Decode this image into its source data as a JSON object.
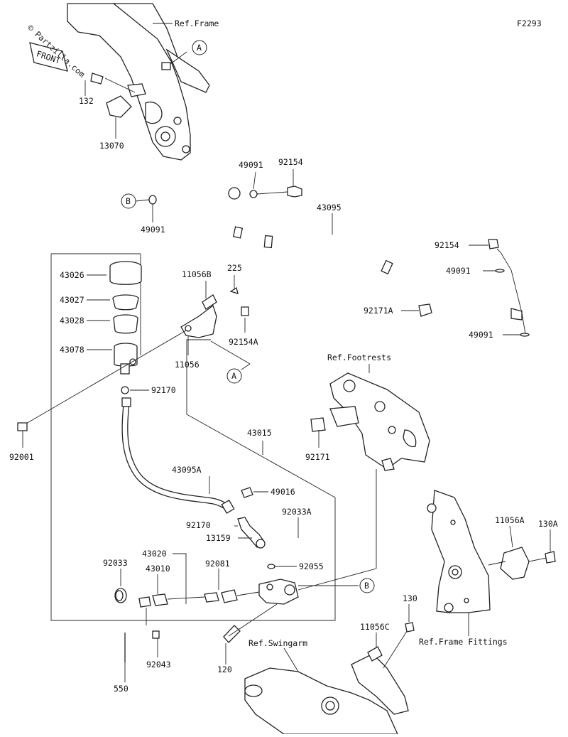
{
  "figure_code": "F2293",
  "watermark": "© Partzilla.com",
  "front_badge": "FRONT",
  "references": {
    "frame": "Ref.Frame",
    "footrests": "Ref.Footrests",
    "swingarm": "Ref.Swingarm",
    "frame_fittings": "Ref.Frame Fittings"
  },
  "bubbles": {
    "a": "A",
    "b": "B"
  },
  "parts": {
    "p132": "132",
    "p13070": "13070",
    "p49091_top": "49091",
    "p92154_top": "92154",
    "p49091_left": "49091",
    "p43095": "43095",
    "p92154_right": "92154",
    "p49091_right1": "49091",
    "p92171A": "92171A",
    "p49091_right2": "49091",
    "p43026": "43026",
    "p43027": "43027",
    "p43028": "43028",
    "p43078": "43078",
    "p11056B": "11056B",
    "p225": "225",
    "p92154A": "92154A",
    "p11056": "11056",
    "p92170_top": "92170",
    "p92001": "92001",
    "p43015": "43015",
    "p92171": "92171",
    "p43095A": "43095A",
    "p49016": "49016",
    "p92033A": "92033A",
    "p92170_mid": "92170",
    "p13159": "13159",
    "p43020": "43020",
    "p92033": "92033",
    "p43010": "43010",
    "p92081": "92081",
    "p92055": "92055",
    "p92043": "92043",
    "p120": "120",
    "p550": "550",
    "p11056C": "11056C",
    "p130": "130",
    "p11056A": "11056A",
    "p130A": "130A"
  }
}
